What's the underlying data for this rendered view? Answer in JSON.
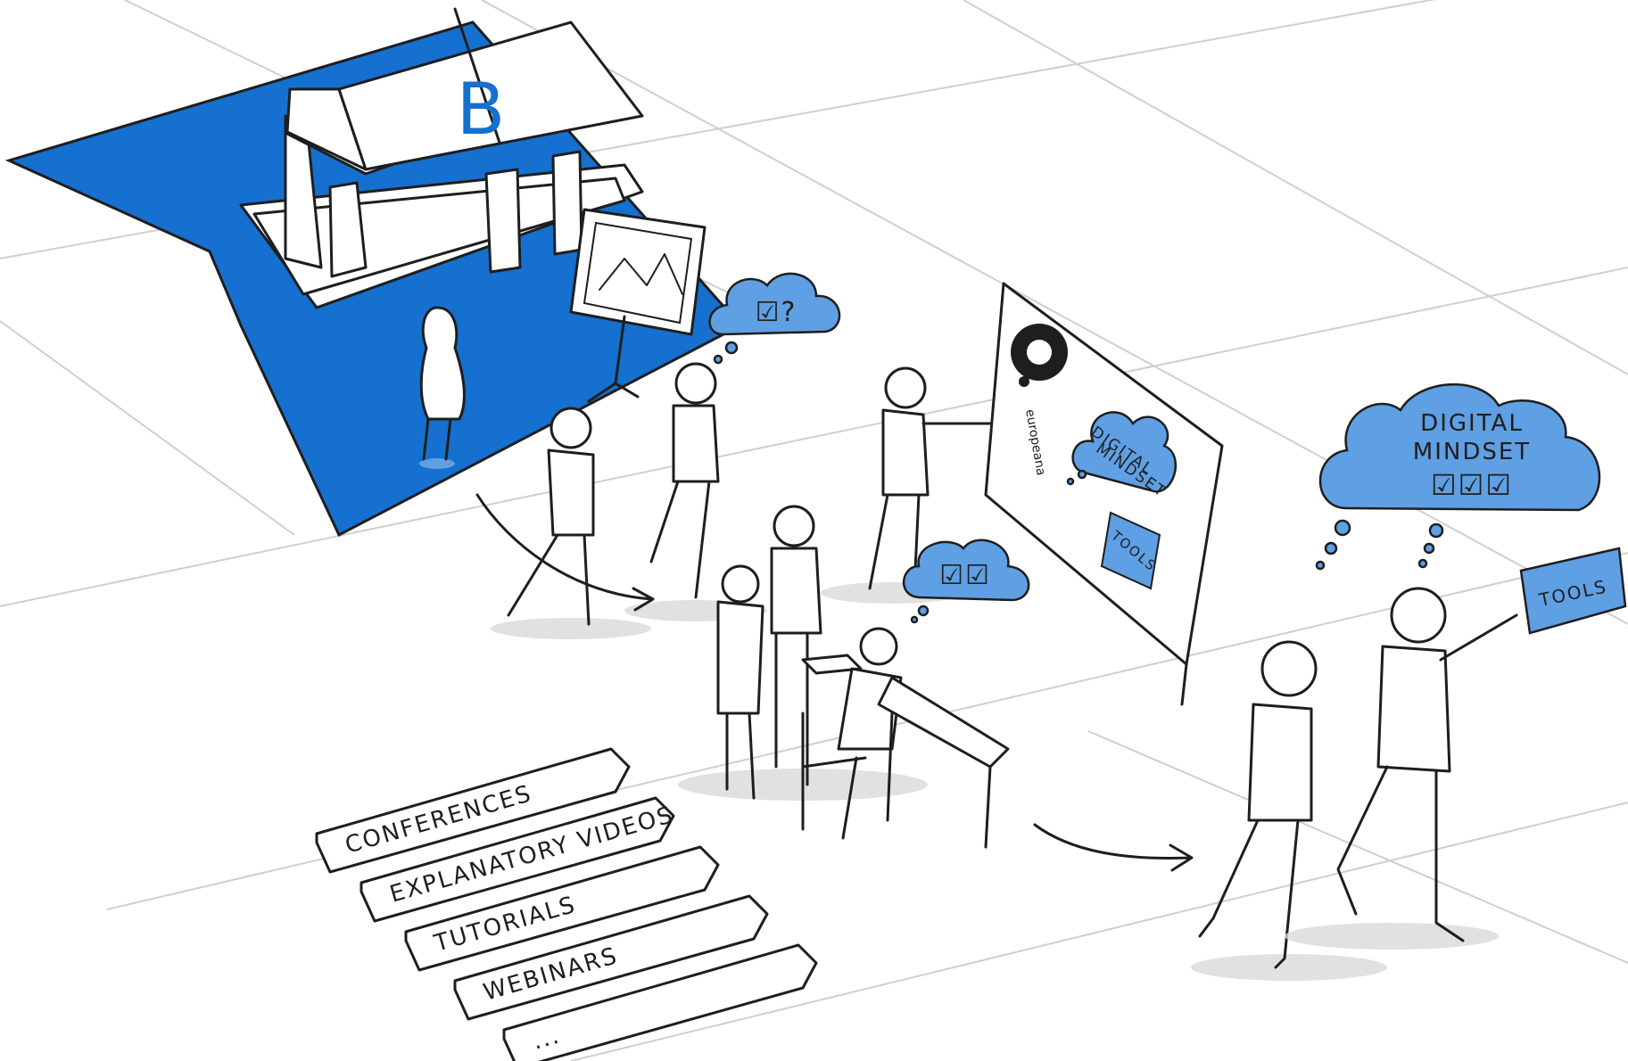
{
  "museum": {
    "letter": "B"
  },
  "thought_bubbles": {
    "small_left": "☑?",
    "middle": "☑☑",
    "big_right": {
      "line1": "DIGITAL",
      "line2": "MINDSET",
      "checks": "☑☑☑"
    }
  },
  "board": {
    "logo_text": "europeana",
    "cloud_line1": "DIGITAL",
    "cloud_line2": "MINDSET",
    "tools": "TOOLS"
  },
  "tools_box": "TOOLS",
  "steps": [
    {
      "label": "CONFERENCES"
    },
    {
      "label": "EXPLANATORY VIDEOS"
    },
    {
      "label": "TUTORIALS"
    },
    {
      "label": "WEBINARS"
    },
    {
      "label": "..."
    }
  ],
  "colors": {
    "blue": "#1570cf",
    "cloud": "#5f9fe3",
    "ink": "#1e1e1e"
  }
}
